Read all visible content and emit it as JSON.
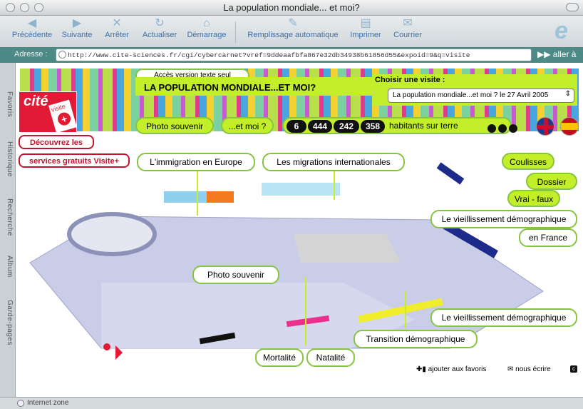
{
  "window": {
    "title": "La population mondiale... et moi?"
  },
  "toolbar": {
    "back": "Précédente",
    "forward": "Suivante",
    "stop": "Arrêter",
    "refresh": "Actualiser",
    "home": "Démarrage",
    "autofill": "Remplissage automatique",
    "print": "Imprimer",
    "mail": "Courrier"
  },
  "address": {
    "label": "Adresse :",
    "url": "http://www.cite-sciences.fr/cgi/cybercarnet?vref=9ddeaafbfa867e32db34938b61856d55&expoid=9&q=visite",
    "go": "aller à"
  },
  "sidebar": {
    "tabs": [
      "Favoris",
      "Historique",
      "Recherche",
      "Album",
      "Garde-pages"
    ]
  },
  "status": {
    "zone": "Internet zone"
  },
  "header": {
    "text_version": "Accès version texte seul",
    "main_title": "LA POPULATION MONDIALE...ET MOI?",
    "choose_visit": "Choisir une visite :",
    "visit_select": "La population mondiale...et moi ? le 27 Avril 2005"
  },
  "logo": {
    "text1": "cité",
    "text2": "visite",
    "plus": "+"
  },
  "promo": {
    "line1": "Découvrez les",
    "line2": "services gratuits Visite+"
  },
  "nav": {
    "photo": "Photo souvenir",
    "moi": "...et moi ?"
  },
  "counter": {
    "g1": "6",
    "g2": "444",
    "g3": "242",
    "g4": "358",
    "suffix": "habitants sur terre"
  },
  "side_menu": {
    "coulisses": "Coulisses",
    "dossier": "Dossier",
    "vrai_faux": "Vrai - faux"
  },
  "map_labels": {
    "immigration": "L'immigration en Europe",
    "migrations": "Les migrations internationales",
    "vieillissement_fr1": "Le vieillissement démographique",
    "vieillissement_fr2": "en France",
    "photo": "Photo souvenir",
    "vieillissement": "Le vieillissement démographique",
    "transition": "Transition démographique",
    "mortalite": "Mortalité",
    "natalite": "Natalité"
  },
  "footer": {
    "favoris": "ajouter aux favoris",
    "ecrire": "nous écrire"
  }
}
